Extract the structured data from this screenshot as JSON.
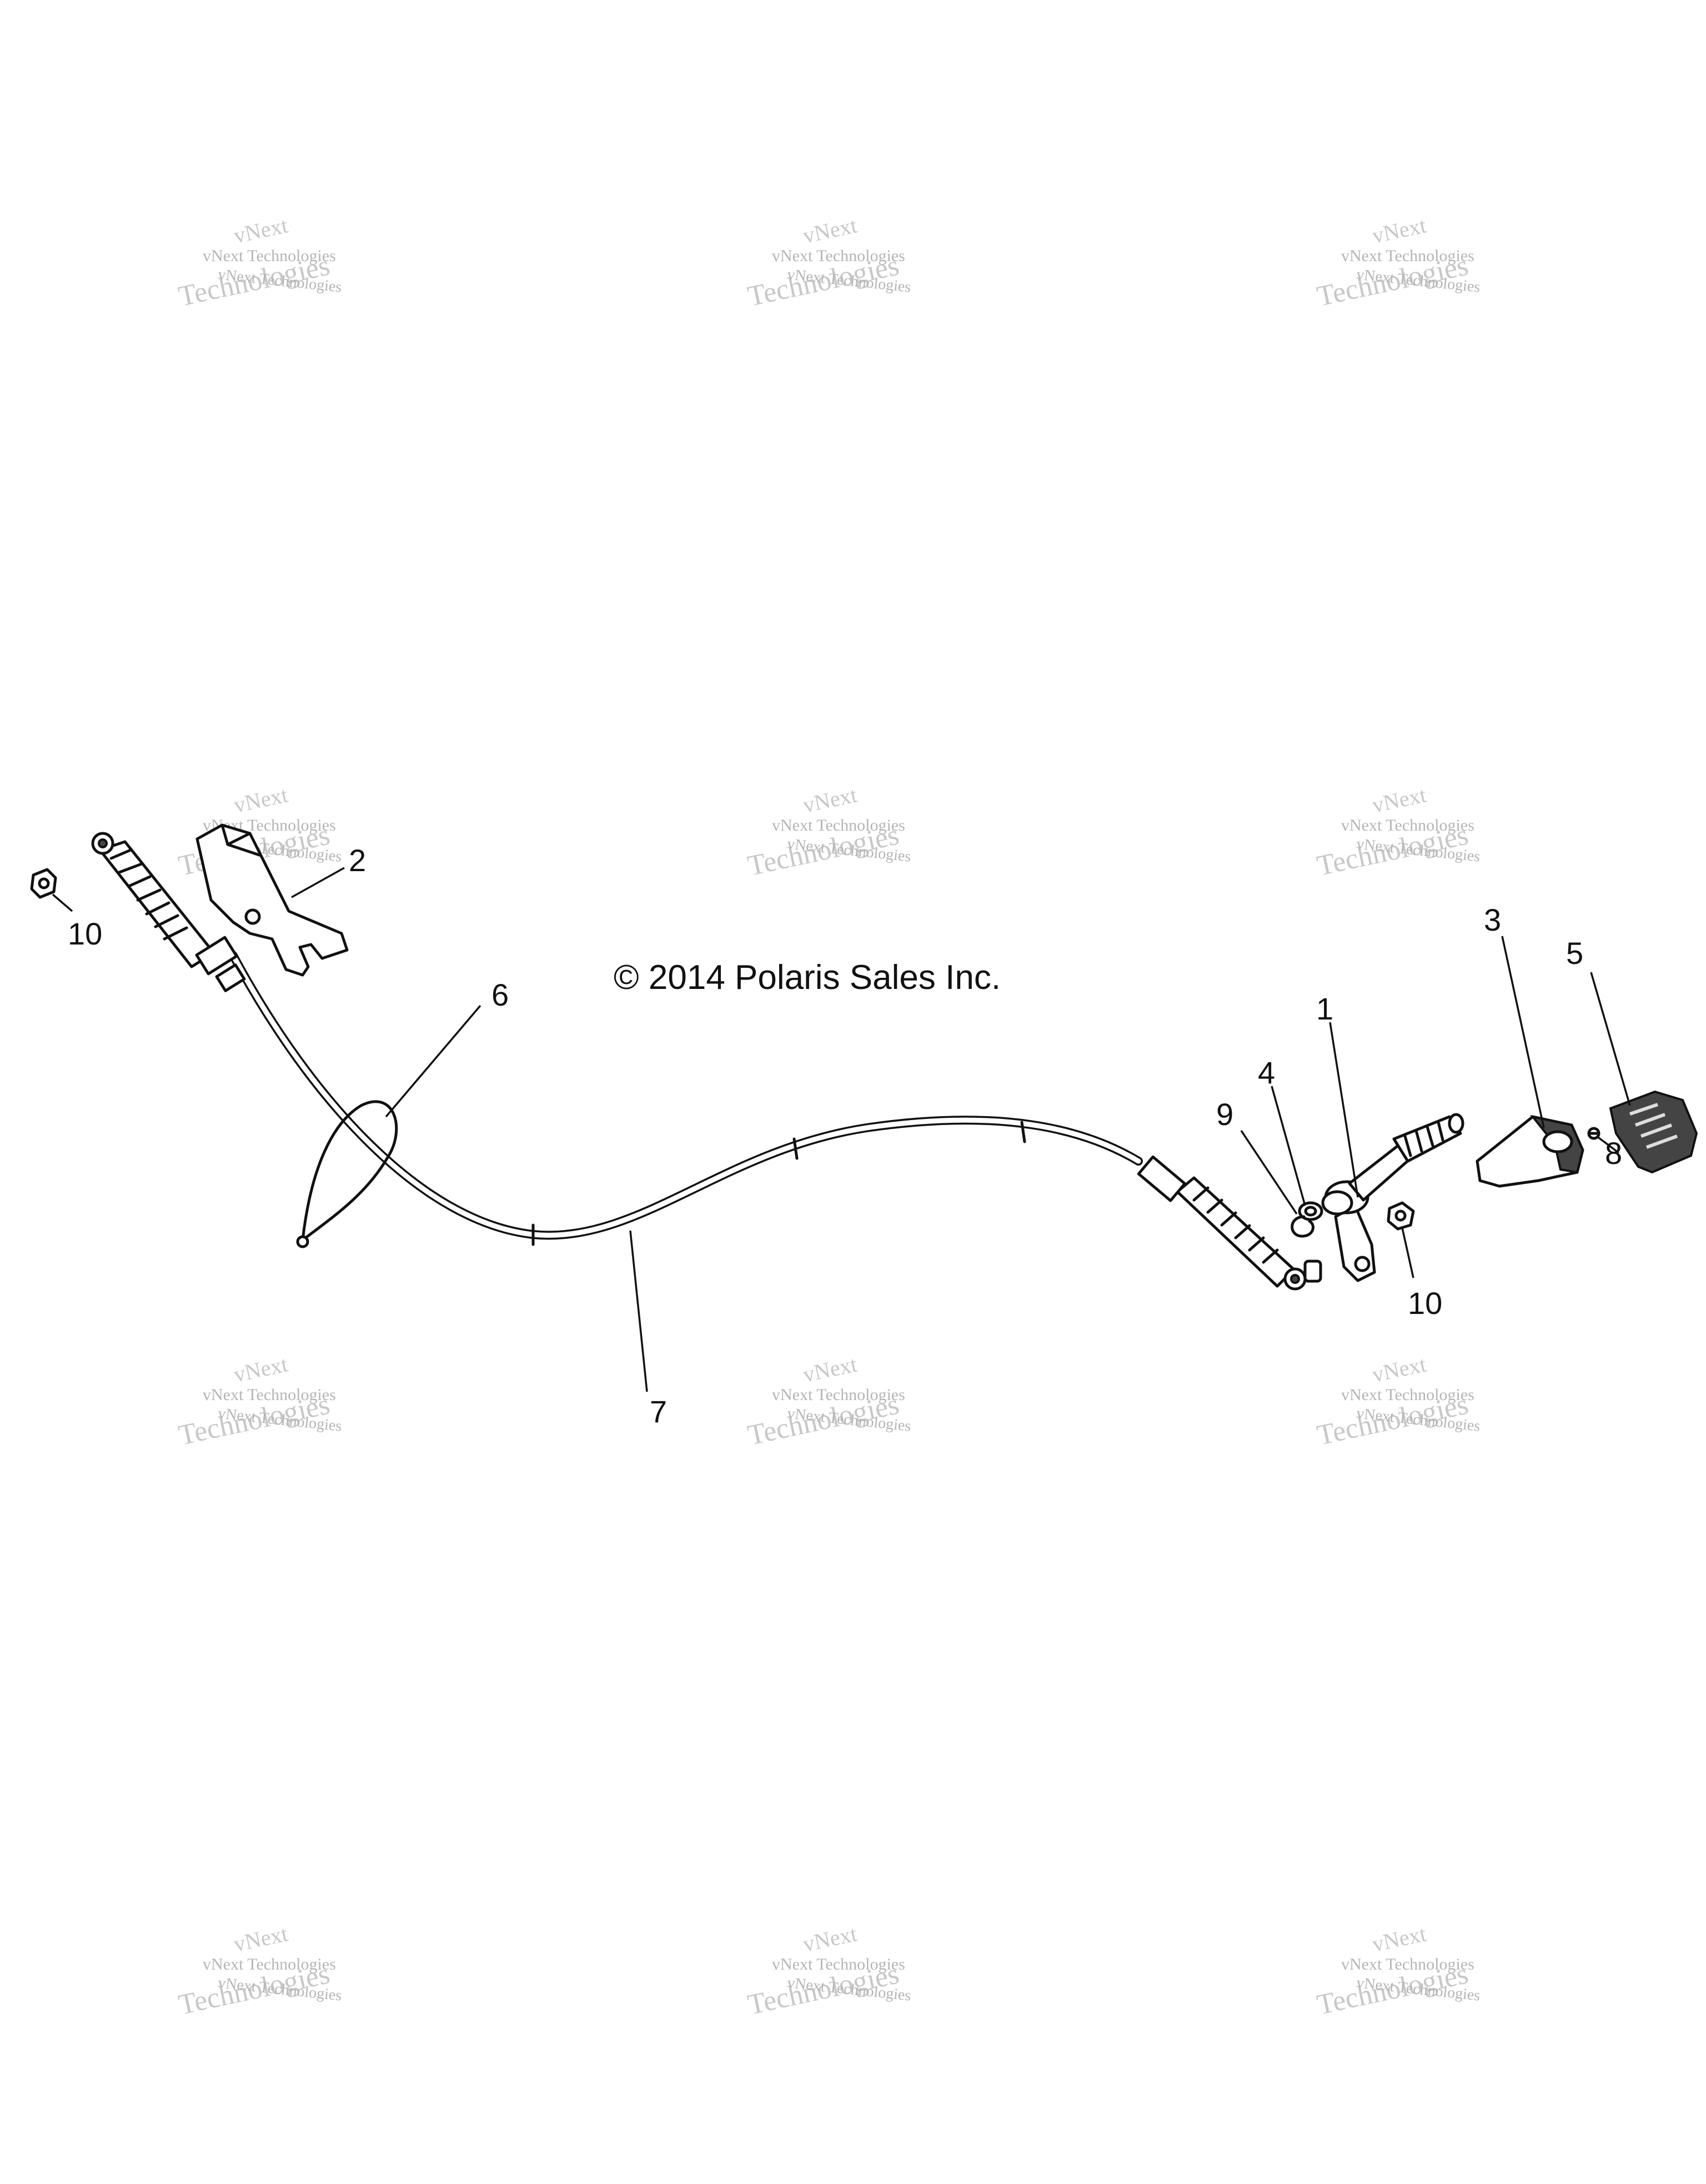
{
  "copyright": "© 2014 Polaris Sales Inc.",
  "watermark": {
    "line1": "vNext Technologies",
    "line2": "vNext",
    "line3": "Technologies"
  },
  "callouts": {
    "c1": "1",
    "c2": "2",
    "c3": "3",
    "c4": "4",
    "c5": "5",
    "c6": "6",
    "c7": "7",
    "c8": "8",
    "c9": "9",
    "c10a": "10",
    "c10b": "10"
  },
  "colors": {
    "line": "#111111",
    "watermark": "#c8c8c8",
    "background": "#ffffff"
  }
}
